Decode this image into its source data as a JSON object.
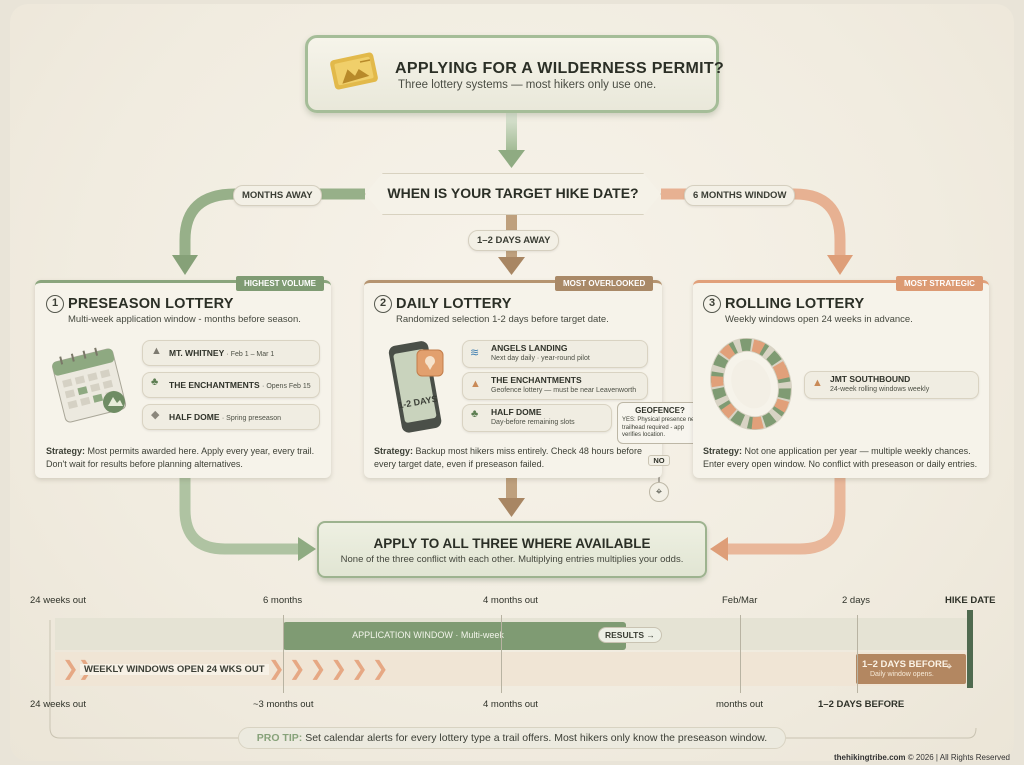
{
  "header": {
    "title": "APPLYING FOR A WILDERNESS PERMIT?",
    "subtitle": "Three lottery systems — most hikers only use one."
  },
  "question": {
    "label": "WHEN IS YOUR TARGET HIKE DATE?",
    "left_branch": "MONTHS AWAY",
    "middle_branch": "1–2 DAYS AWAY",
    "right_branch": "6 MONTHS WINDOW"
  },
  "cards": [
    {
      "number": "1",
      "tag": "HIGHEST VOLUME",
      "title": "PRESEASON LOTTERY",
      "subtitle": "Multi-week application window - months before season.",
      "items": [
        {
          "name": "MT. WHITNEY",
          "detail": "· Feb 1 – Mar 1",
          "icon": "mountain-icon"
        },
        {
          "name": "THE ENCHANTMENTS",
          "detail": "· Opens Feb 15",
          "icon": "tree-icon"
        },
        {
          "name": "HALF DOME",
          "detail": "· Spring preseason",
          "icon": "rock-icon"
        }
      ],
      "strategy_label": "Strategy:",
      "strategy": " Most permits awarded here. Apply every year, every trail. Don't wait for results before planning alternatives."
    },
    {
      "number": "2",
      "tag": "MOST OVERLOOKED",
      "title": "DAILY LOTTERY",
      "subtitle": "Randomized selection 1-2 days before target date.",
      "phone_text": "1-2 DAYS",
      "items": [
        {
          "name": "ANGELS LANDING",
          "detail": "Next day daily · year-round pilot",
          "icon": "wave-icon"
        },
        {
          "name": "THE ENCHANTMENTS",
          "detail": "Geofence lottery — must be near Leavenworth",
          "icon": "tent-icon"
        },
        {
          "name": "HALF DOME",
          "detail": "Day-before remaining slots",
          "icon": "tree-icon"
        }
      ],
      "geofence": {
        "question": "GEOFENCE?",
        "yes": "YES: Physical presence near trailhead required - app verifies location.",
        "no": "NO"
      },
      "strategy_label": "Strategy:",
      "strategy": " Backup most hikers miss entirely. Check 48 hours before every target date, even if preseason failed."
    },
    {
      "number": "3",
      "tag": "MOST STRATEGIC",
      "title": "ROLLING LOTTERY",
      "subtitle": "Weekly windows open 24 weeks in advance.",
      "items": [
        {
          "name": "JMT SOUTHBOUND",
          "detail": "24-week rolling windows weekly",
          "icon": "mountain-icon"
        }
      ],
      "strategy_label": "Strategy:",
      "strategy": " Not one application per year — multiple weekly chances. Enter every open window. No conflict with preseason or daily entries."
    }
  ],
  "apply": {
    "title": "APPLY TO ALL THREE WHERE AVAILABLE",
    "subtitle": "None of the three conflict with each other. Multiplying entries multiplies your odds."
  },
  "timeline": {
    "top_labels": [
      "24 weeks out",
      "6 months",
      "4 months out",
      "Feb/Mar",
      "2 days",
      "HIKE DATE"
    ],
    "bottom_labels": [
      "24 weeks out",
      "~3 months out",
      "4 months out",
      "months out",
      "1–2 DAYS BEFORE"
    ],
    "application_window": "APPLICATION WINDOW · Multi-week",
    "results": "RESULTS →",
    "weekly_windows": "WEEKLY WINDOWS OPEN 24 WKS OUT",
    "days_before": "1–2 DAYS BEFORE",
    "days_before_sub": "Daily window opens."
  },
  "pro_tip": {
    "label": "PRO TIP:",
    "text": " Set calendar alerts for every lottery type a trail offers. Most hikers only know the preseason window."
  },
  "footer": {
    "site": "thehikingtribe.com",
    "rest": " © 2026 | All Rights Reserved"
  },
  "colors": {
    "green": "#8aa57d",
    "brown": "#b59470",
    "orange": "#e1a07a",
    "dark_green": "#5f7d57"
  }
}
